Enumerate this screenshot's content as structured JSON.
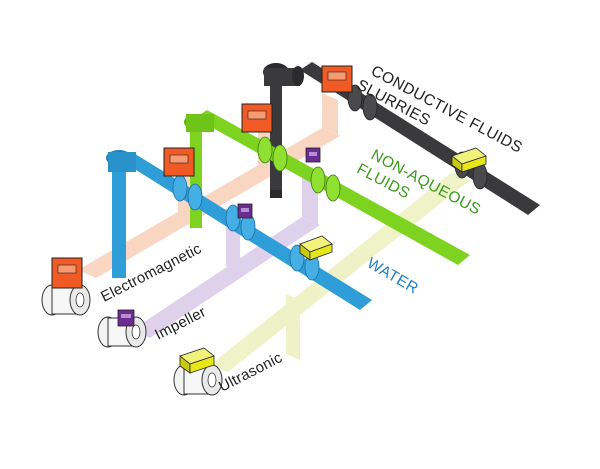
{
  "labels": {
    "conductive_line1": "CONDUCTIVE FLUIDS",
    "conductive_line2": "SLURRIES",
    "nonaqueous_line1": "NON-AQUEOUS",
    "nonaqueous_line2": "FLUIDS",
    "water": "WATER",
    "electromagnetic": "Electromagnetic",
    "impeller": "Impeller",
    "ultrasonic": "Ultrasonic"
  },
  "colors": {
    "conductive_pipe": "#3a3a3c",
    "nonaqueous_pipe": "#7ed321",
    "water_pipe": "#2f9ed8",
    "electromagnetic_meter": "#f15a24",
    "impeller_meter": "#6a2c91",
    "ultrasonic_meter": "#e6e619",
    "electromagnetic_path": "#f8cdb3",
    "impeller_path": "#d9c9e8",
    "ultrasonic_path": "#eef2c4",
    "nonaqueous_text": "#3a9a1e",
    "water_text": "#1f7fc8",
    "dark_text": "#222222"
  },
  "legend_icons": {
    "electromagnetic": "electromagnetic-flowmeter-icon",
    "impeller": "impeller-flowmeter-icon",
    "ultrasonic": "ultrasonic-flowmeter-icon"
  }
}
